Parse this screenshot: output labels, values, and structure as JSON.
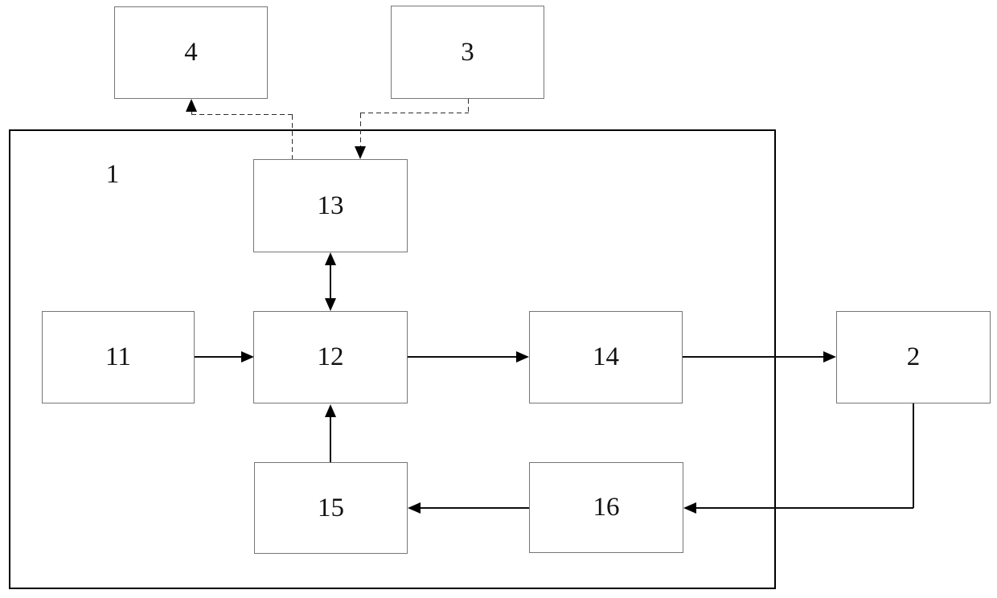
{
  "figure": {
    "type": "block-diagram",
    "background": "#ffffff",
    "line_color": "#000000",
    "box_border_color": "#767676",
    "text_color": "#111111"
  },
  "boxes": {
    "b1": {
      "label": "1",
      "role": "outer-container"
    },
    "b2": {
      "label": "2"
    },
    "b3": {
      "label": "3"
    },
    "b4": {
      "label": "4"
    },
    "b11": {
      "label": "11"
    },
    "b12": {
      "label": "12"
    },
    "b13": {
      "label": "13"
    },
    "b14": {
      "label": "14"
    },
    "b15": {
      "label": "15"
    },
    "b16": {
      "label": "16"
    }
  },
  "connections": [
    {
      "from": "13",
      "to": "4",
      "style": "dashed",
      "direction": "one-way"
    },
    {
      "from": "3",
      "to": "13",
      "style": "dashed",
      "direction": "one-way"
    },
    {
      "from": "13",
      "to": "12",
      "style": "solid",
      "direction": "two-way"
    },
    {
      "from": "11",
      "to": "12",
      "style": "solid",
      "direction": "one-way"
    },
    {
      "from": "12",
      "to": "14",
      "style": "solid",
      "direction": "one-way"
    },
    {
      "from": "14",
      "to": "2",
      "style": "solid",
      "direction": "one-way"
    },
    {
      "from": "15",
      "to": "12",
      "style": "solid",
      "direction": "one-way"
    },
    {
      "from": "16",
      "to": "15",
      "style": "solid",
      "direction": "one-way"
    },
    {
      "from": "2",
      "to": "16",
      "style": "solid",
      "direction": "one-way"
    }
  ]
}
